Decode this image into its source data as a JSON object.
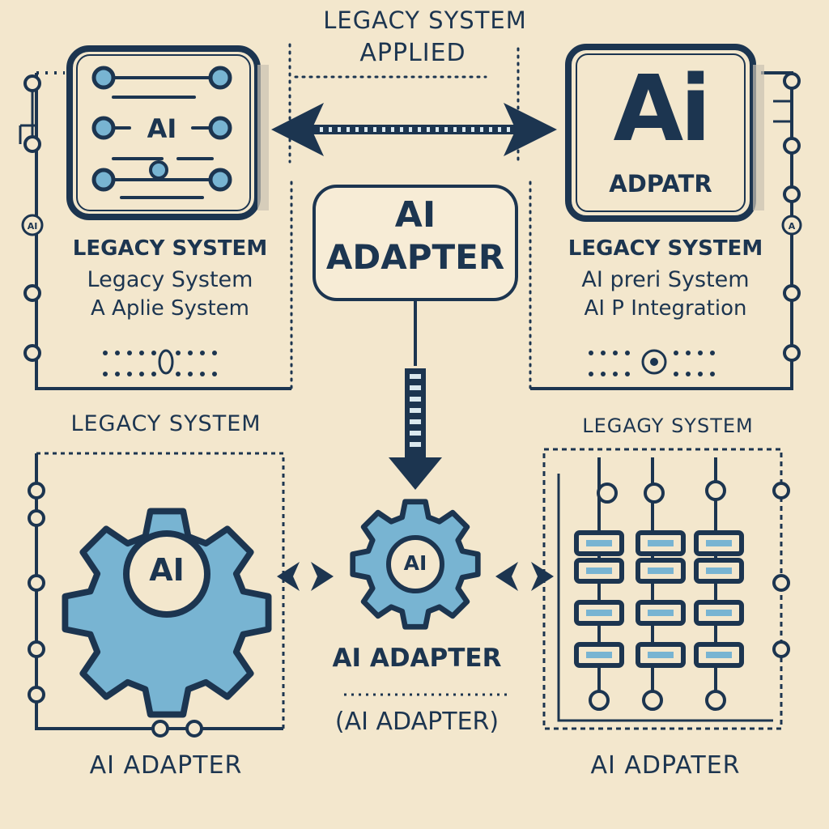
{
  "header": {
    "line1": "LEGACY SYSTEM",
    "line2": "APPLIED"
  },
  "top_left": {
    "chip_label": "AI",
    "heading": "LEGACY SYSTEM",
    "sub1": "Legacy System",
    "sub2": "A Aplie System"
  },
  "top_right": {
    "logo_big": "Ai",
    "logo_small": "ADPATR",
    "heading": "LEGACY SYSTEM",
    "sub1": "AI preri System",
    "sub2": "AI P Integration"
  },
  "center": {
    "box_label_1": "AI",
    "box_label_2": "ADAPTER"
  },
  "bottom_left": {
    "heading": "LEGACY SYSTEM",
    "gear_label": "AI",
    "footer": "AI ADAPTER"
  },
  "bottom_center": {
    "gear_label": "AI",
    "title": "AI ADAPTER",
    "subtitle": "(AI ADAPTER)"
  },
  "bottom_right": {
    "heading": "LEGAGY SYSTEM",
    "footer": "AI ADPATER"
  },
  "colors": {
    "background": "#f3e7cd",
    "navy": "#1c3550",
    "accent_blue": "#78b4d2"
  }
}
